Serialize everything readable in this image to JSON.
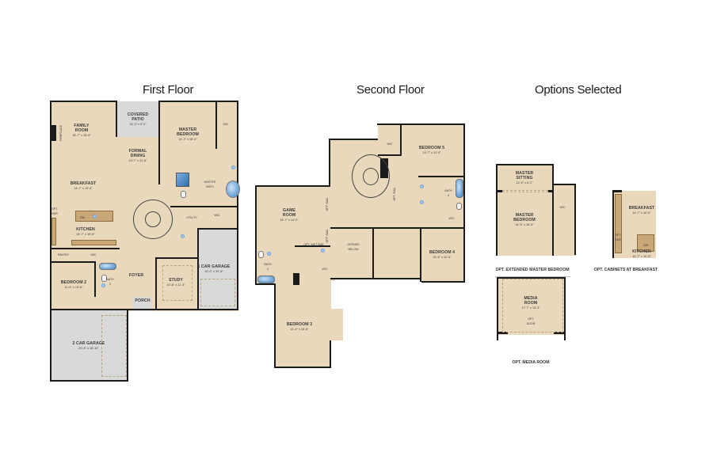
{
  "headings": {
    "first_floor": "First Floor",
    "second_floor": "Second Floor",
    "options_selected": "Options Selected"
  },
  "first_floor": {
    "rooms": {
      "family_room": {
        "name": "FAMILY\nROOM",
        "dims": "16'-7\" x 18'-6\""
      },
      "covered_patio": {
        "name": "COVERED\nPATIO",
        "dims": "16'-3\" x 9'-0\""
      },
      "formal_dining": {
        "name": "FORMAL\nDINING",
        "dims": "13'-7\" x 11'-6\""
      },
      "master_bedroom": {
        "name": "MASTER\nBEDROOM",
        "dims": "14'-3\" x 16'-6\""
      },
      "wic_master": {
        "name": "WIC"
      },
      "master_bath": {
        "name": "MASTER\nBATH"
      },
      "breakfast": {
        "name": "BREAKFAST",
        "dims": "14'-7\" x 10'-6\""
      },
      "kitchen": {
        "name": "KITCHEN",
        "dims": "14'-7\" x 10'-8\""
      },
      "pantry": {
        "name": "PANTRY"
      },
      "wic_hall": {
        "name": "WIC"
      },
      "utility": {
        "name": "UTILITY"
      },
      "wic_bath": {
        "name": "WIC"
      },
      "bedroom_2": {
        "name": "BEDROOM 2",
        "dims": "11'-8\" x 13'-6\""
      },
      "bath_2": {
        "name": "BATH\n2"
      },
      "foyer": {
        "name": "FOYER"
      },
      "study": {
        "name": "STUDY",
        "dims": "10'-8\" x 11'-3\""
      },
      "porch": {
        "name": "PORCH"
      },
      "one_car_garage": {
        "name": "1 CAR GARAGE",
        "dims": "10'-0\" x 20'-6\""
      },
      "two_car_garage": {
        "name": "2 CAR GARAGE",
        "dims": "20'-8\" x 18'-10\""
      },
      "fireplace": {
        "name": "FIREPLACE"
      },
      "opt_bkr": {
        "name": "OPT.\nBKR"
      },
      "bath_label": {
        "name": "BATH"
      },
      "dw": {
        "name": "DW"
      }
    }
  },
  "second_floor": {
    "rooms": {
      "game_room": {
        "name": "GAME\nROOM",
        "dims": "16'-7\" x 14'-0\""
      },
      "bedroom_5": {
        "name": "BEDROOM 5",
        "dims": "14'-7\" x 11'-9\""
      },
      "wic_bed5": {
        "name": "WIC"
      },
      "bath_4": {
        "name": "BATH\n4"
      },
      "wic_bed4": {
        "name": "WIC"
      },
      "bedroom_4": {
        "name": "BEDROOM 4",
        "dims": "15'-8\" x 12'-6\""
      },
      "opened_below": {
        "name": "OPENED\nBELOW"
      },
      "bath_3": {
        "name": "BATH\n3"
      },
      "wic_bed3": {
        "name": "WIC"
      },
      "bedroom_3": {
        "name": "BEDROOM 3",
        "dims": "11'-4\" x 18'-8\""
      },
      "opt_wet_bar": {
        "name": "OPT. WET BAR"
      },
      "opt_rail_1": {
        "name": "OPT. RAIL"
      },
      "opt_rail_2": {
        "name": "OPT. RAIL"
      },
      "opt_rail_3": {
        "name": "OPT. RAIL"
      }
    }
  },
  "options": {
    "extended_master": {
      "caption": "OPT. EXTENDED MASTER BEDROOM",
      "master_sitting": {
        "name": "MASTER\nSITTING",
        "dims": "14'-5\" x 6'-2\""
      },
      "master_bedroom": {
        "name": "MASTER\nBEDROOM",
        "dims": "14'-5\" x 16'-8\""
      },
      "wic": {
        "name": "WIC"
      }
    },
    "cabinets_breakfast": {
      "caption": "OPT. CABINETS AT BREAKFAST",
      "breakfast": {
        "name": "BREAKFAST",
        "dims": "14'-7\" x 10'-6\""
      },
      "kitchen": {
        "name": "KITCHEN",
        "dims": "14'-7\" x 10'-8\""
      },
      "opt_bkr": {
        "name": "OPT.\nBKR"
      },
      "dw": {
        "name": "DW"
      }
    },
    "media_room": {
      "caption": "OPT. MEDIA ROOM",
      "media_room": {
        "name": "MEDIA\nROOM",
        "dims": "17'-7\" x 13'-3\""
      },
      "opt_door": {
        "name": "OPT.\nDOOR"
      }
    }
  },
  "colors": {
    "floor": "#ead8bc",
    "garage": "#d9d9d9",
    "wall": "#1b1b1b",
    "counter": "#c9a777",
    "water": "#3b7fc4"
  }
}
